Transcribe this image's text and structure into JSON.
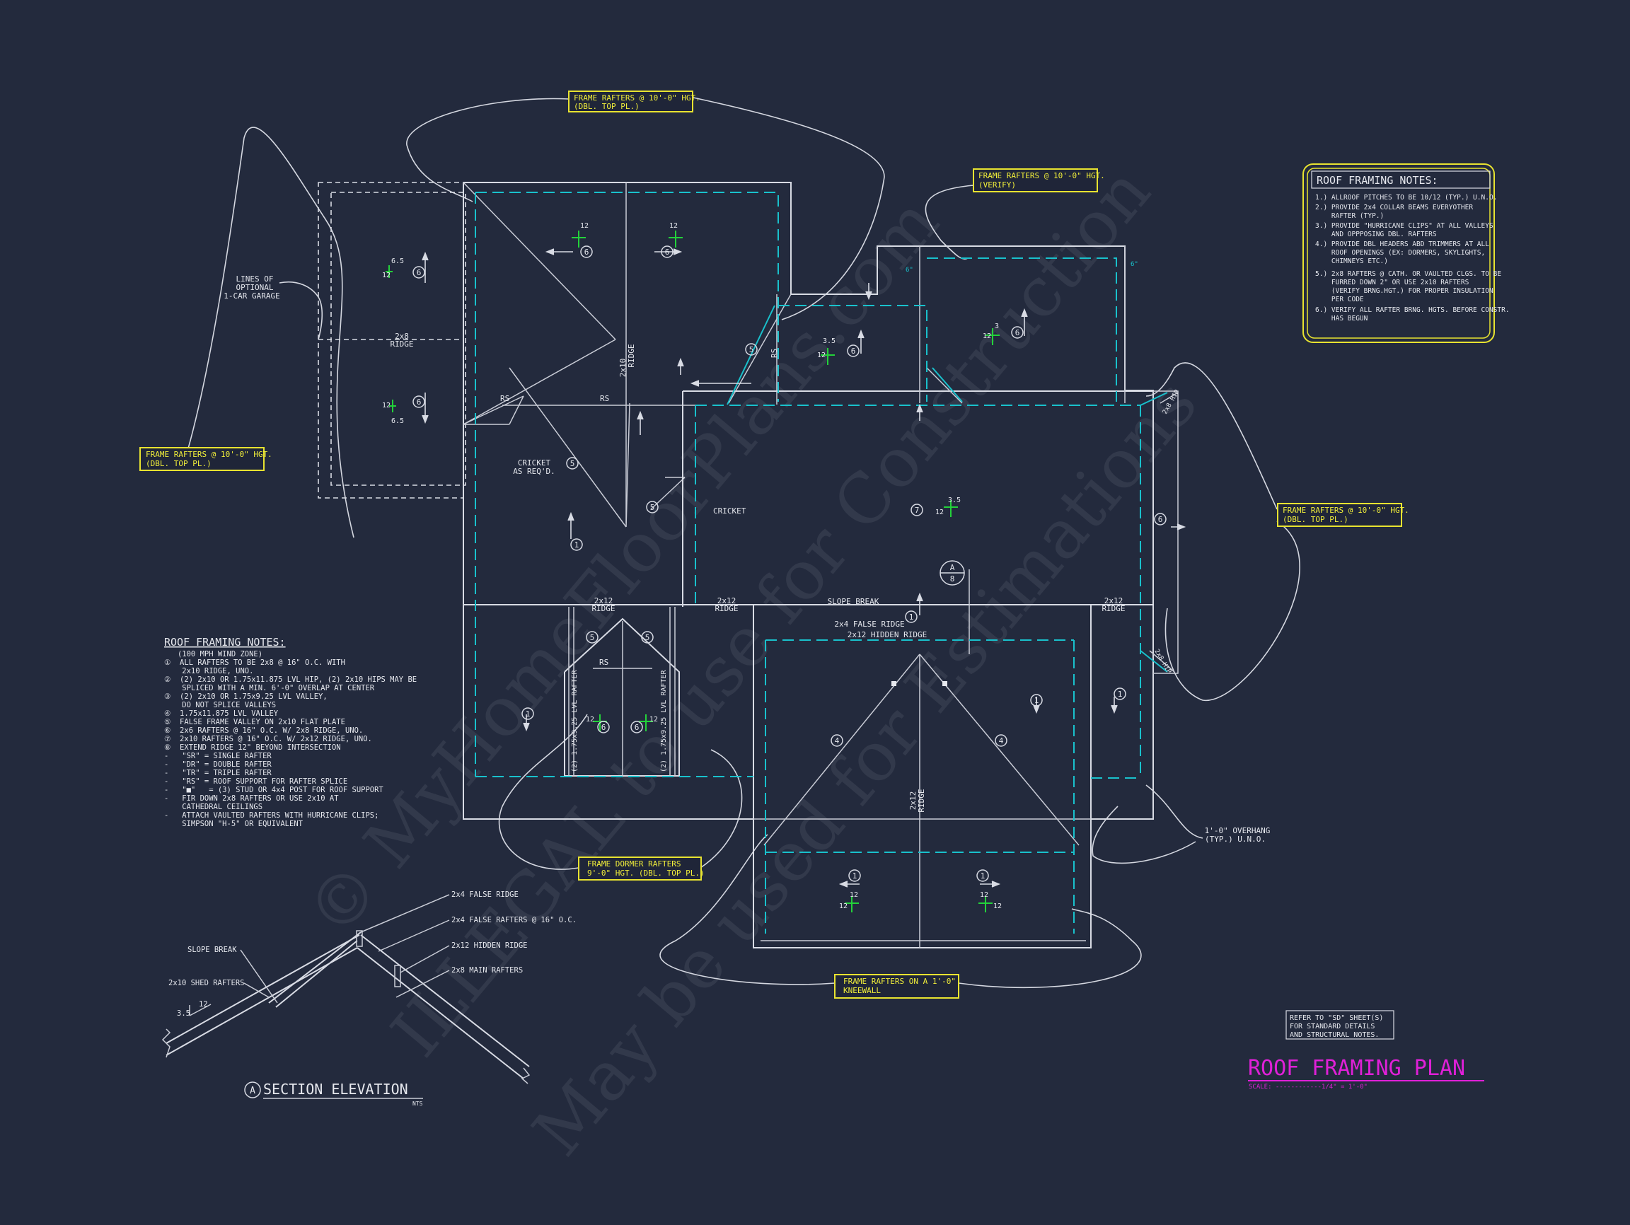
{
  "drawing": {
    "title": "ROOF FRAMING PLAN",
    "scale": "SCALE: ------------1/4\" = 1'-0\"",
    "refer_note": [
      "REFER TO \"SD\" SHEET(S)",
      "FOR STANDARD DETAILS",
      "AND STRUCTURAL NOTES."
    ],
    "section_title": "SECTION ELEVATION",
    "section_marker": "A",
    "section_nts": "NTS",
    "section_tag": [
      "A",
      "8"
    ]
  },
  "notes_right": {
    "heading": "ROOF FRAMING NOTES:",
    "lines": [
      "1.) ALLROOF PITCHES TO BE 10/12 (TYP.) U.N.O.",
      "2.) PROVIDE 2x4 COLLAR BEAMS EVERYOTHER",
      "    RAFTER (TYP.)",
      "3.) PROVIDE \"HURRICANE CLIPS\" AT ALL VALLEYS",
      "    AND OPPPOSING DBL. RAFTERS",
      "4.) PROVIDE DBL HEADERS ABD TRIMMERS AT ALL",
      "    ROOF OPENINGS (EX: DORMERS, SKYLIGHTS,",
      "    CHIMNEYS ETC.)",
      "5.) 2x8 RAFTERS @ CATH. OR VAULTED CLGS. TO BE",
      "    FURRED DOWN 2\" OR USE 2x10 RAFTERS",
      "    (VERIFY BRNG.HGT.) FOR PROPER INSULATION",
      "    PER CODE",
      "6.) VERIFY ALL RAFTER BRNG. HGTS. BEFORE CONSTR.",
      "    HAS BEGUN"
    ]
  },
  "notes_left": {
    "heading": "ROOF FRAMING NOTES:",
    "lines": [
      "   (100 MPH WIND ZONE)",
      "①  ALL RAFTERS TO BE 2x8 @ 16\" O.C. WITH",
      "    2x10 RIDGE, UNO.",
      "②  (2) 2x10 OR 1.75x11.875 LVL HIP, (2) 2x10 HIPS MAY BE",
      "    SPLICED WITH A MIN. 6'-0\" OVERLAP AT CENTER",
      "③  (2) 2x10 OR 1.75x9.25 LVL VALLEY,",
      "    DO NOT SPLICE VALLEYS",
      "④  1.75x11.875 LVL VALLEY",
      "⑤  FALSE FRAME VALLEY ON 2x10 FLAT PLATE",
      "⑥  2x6 RAFTERS @ 16\" O.C. W/ 2x8 RIDGE, UNO.",
      "⑦  2x10 RAFTERS @ 16\" O.C. W/ 2x12 RIDGE, UNO.",
      "⑧  EXTEND RIDGE 12\" BEYOND INTERSECTION",
      "-   \"SR\" = SINGLE RAFTER",
      "-   \"DR\" = DOUBLE RAFTER",
      "-   \"TR\" = TRIPLE RAFTER",
      "-   \"RS\" = ROOF SUPPORT FOR RAFTER SPLICE",
      "-   \"■\"   = (3) STUD OR 4x4 POST FOR ROOF SUPPORT",
      "-   FIR DOWN 2x8 RAFTERS OR USE 2x10 AT",
      "    CATHEDRAL CEILINGS",
      "-   ATTACH VAULTED RAFTERS WITH HURRICANE CLIPS;",
      "    SIMPSON \"H-5\" OR EQUIVALENT"
    ]
  },
  "callouts": {
    "top": [
      "FRAME RAFTERS @ 10'-0\" HGT.",
      "(DBL. TOP PL.)"
    ],
    "verify": [
      "FRAME RAFTERS @ 10'-0\" HGT.",
      "(VERIFY)"
    ],
    "left": [
      "FRAME RAFTERS @ 10'-0\" HGT.",
      "(DBL. TOP PL.)"
    ],
    "right": [
      "FRAME RAFTERS @ 10'-0\" HGT.",
      "(DBL. TOP PL.)"
    ],
    "dormer": [
      "FRAME DORMER RAFTERS",
      "9'-0\" HGT. (DBL. TOP PL.)"
    ],
    "kneewall": [
      "FRAME RAFTERS ON A 1'-0\"",
      "KNEEWALL"
    ]
  },
  "plan_labels": {
    "optional_garage": [
      "LINES OF",
      "OPTIONAL",
      "1-CAR GARAGE"
    ],
    "ridge_2x8": [
      "2x8",
      "RIDGE"
    ],
    "ridge_2x10": [
      "2x10",
      "RIDGE"
    ],
    "cricket_req": [
      "CRICKET",
      "AS REQ'D."
    ],
    "cricket": "CRICKET",
    "rs": "RS",
    "ridge_2x12": [
      "2x12",
      "RIDGE"
    ],
    "slope_break": "SLOPE BREAK",
    "false_ridge": "2x4 FALSE RIDGE",
    "hidden_ridge": "2x12 HIDDEN RIDGE",
    "lvl_rafter": "(2) 1.75x9.25 LVL RAFTER",
    "overhang": [
      "1'-0\" OVERHANG",
      "(TYP.) U.N.O."
    ],
    "hip": "2x8 HIP",
    "dim_6": "6\"",
    "pitch_12": "12",
    "pitch_65": "6.5",
    "pitch_35": "3.5",
    "pitch_3": "3",
    "circle_1": "1",
    "circle_4": "4",
    "circle_5": "5",
    "circle_6": "6",
    "circle_7": "7"
  },
  "section_labels": {
    "false_ridge": "2x4 FALSE RIDGE",
    "false_rafters": "2x4 FALSE RAFTERS @ 16\" O.C.",
    "hidden_ridge": "2x12 HIDDEN RIDGE",
    "main_rafters": "2x8 MAIN RAFTERS",
    "slope_break": "SLOPE BREAK",
    "shed_rafters": "2x10 SHED RAFTERS",
    "pitch_35": "3.5",
    "pitch_12": "12"
  },
  "watermark": [
    "© MyHomeFloorPlans.com",
    "ILLEGAL to use for Construction",
    "May be used for Estimations"
  ],
  "colors": {
    "background": "#232a3d",
    "linework": "#d8dbe4",
    "cyan_dashed": "#19c1cc",
    "callout_yellow": "#f2ef3a",
    "title_magenta": "#e020d8",
    "pitch_green": "#23d23a"
  }
}
